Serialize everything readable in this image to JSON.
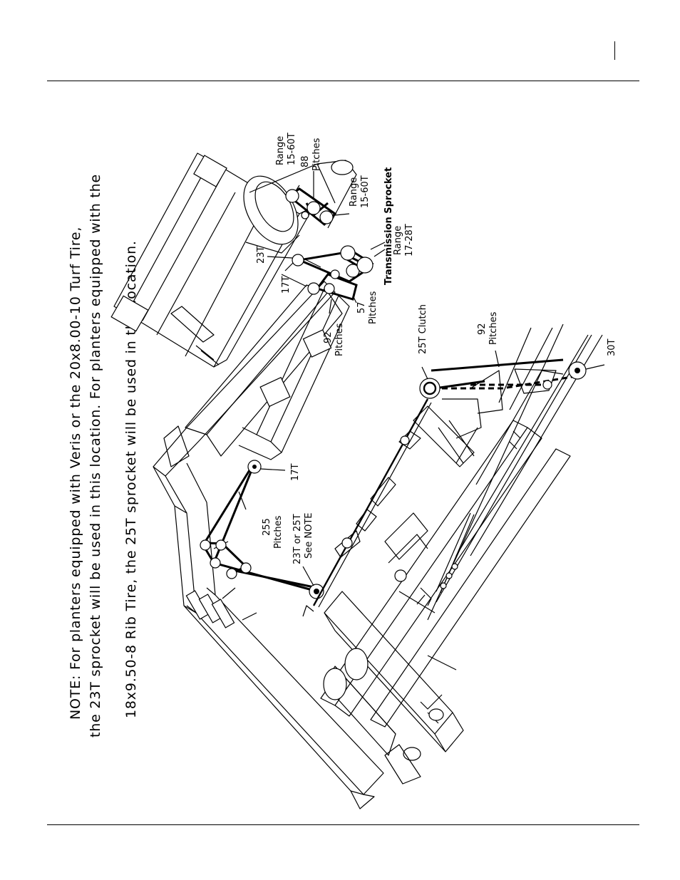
{
  "header": {
    "page_marker": ""
  },
  "note": {
    "line1": "NOTE: For planters equipped with Veris or the 20x8.00-10 Turf Tire,",
    "line2": "the 23T sprocket will be used in this location. For planters equipped with the",
    "line3": "18x9.50-8 Rib Tire, the 25T sprocket will be used in this location."
  },
  "labels": {
    "range_top_1": "Range",
    "range_top_2": "15-60T",
    "pitches88_1": "88",
    "pitches88_2": "Pitches",
    "range_mid_1": "Range",
    "range_mid_2": "15-60T",
    "trans_1": "Transmission Sprocket",
    "trans_2": "Range",
    "trans_3": "17-28T",
    "t23_top": "23T",
    "t17_top": "17T",
    "pitches57_1": "57",
    "pitches57_2": "Pitches",
    "pitches92a_1": "92",
    "pitches92a_2": "Pitches",
    "clutch": "25T Clutch",
    "pitches92b_1": "92",
    "pitches92b_2": "Pitches",
    "t30": "30T",
    "t17_mid": "17T",
    "pitches255_1": "255",
    "pitches255_2": "Pitches",
    "note_ref_1": "23T or 25T",
    "note_ref_2": "See NOTE"
  },
  "colors": {
    "ink": "#000000",
    "paper": "#ffffff"
  }
}
